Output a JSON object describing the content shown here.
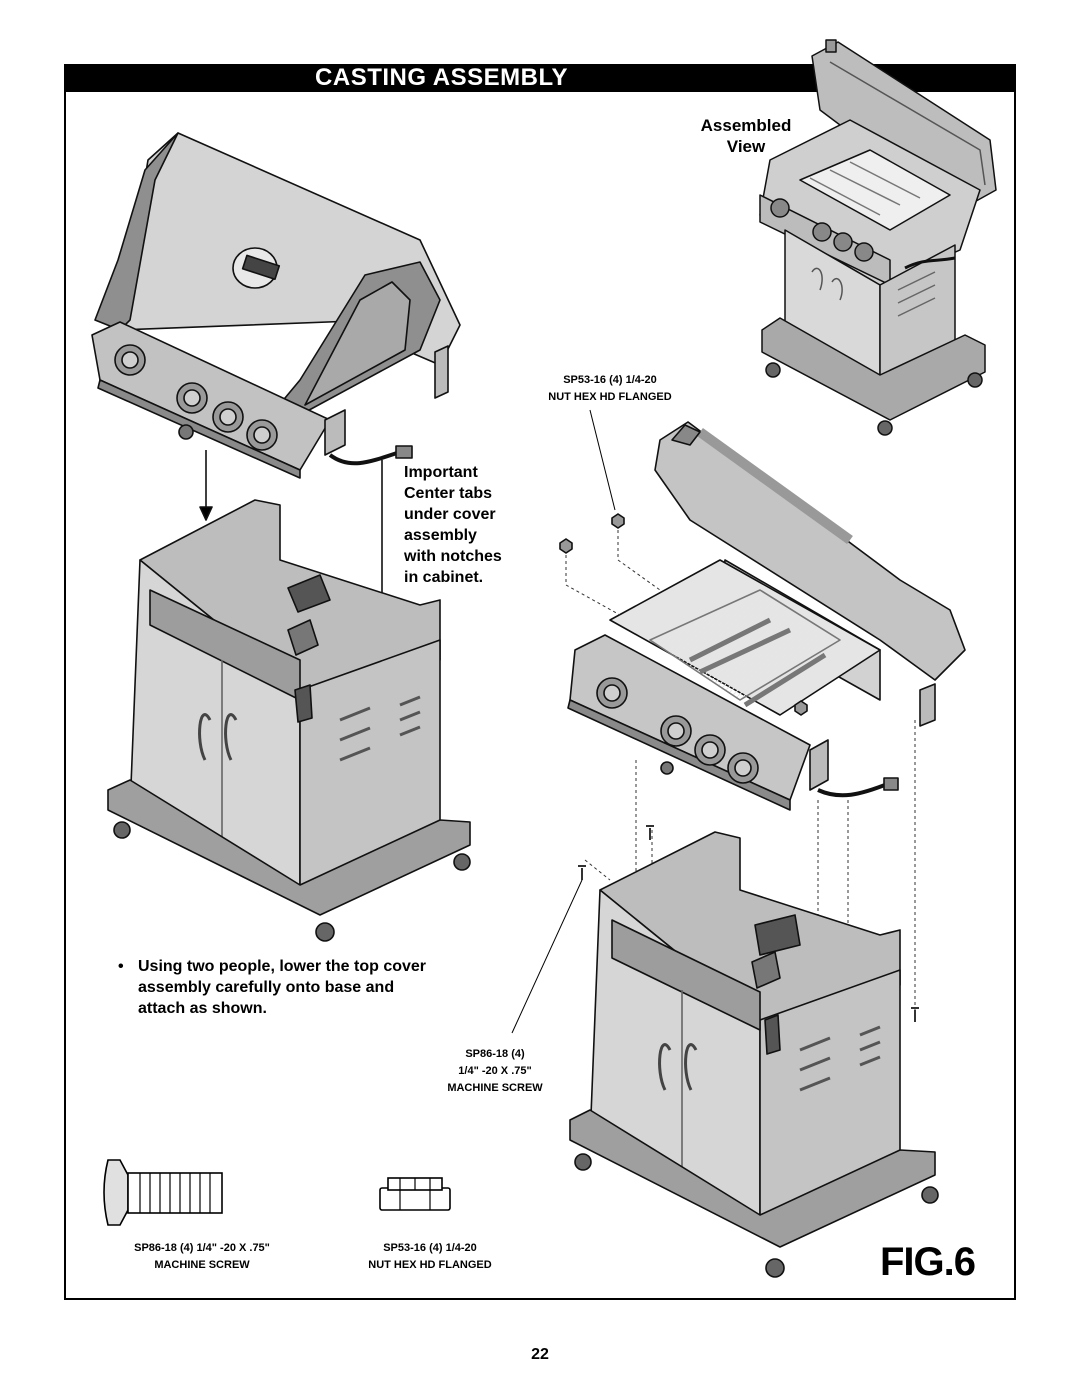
{
  "header": {
    "title": "CASTING ASSEMBLY"
  },
  "assembled_view": {
    "line1": "Assembled",
    "line2": "View"
  },
  "important_note": {
    "lines": [
      "Important",
      "Center tabs",
      "under cover",
      "assembly",
      "with notches",
      "in cabinet."
    ]
  },
  "instruction": {
    "bullet": "•",
    "lines": [
      "Using two people, lower the top cover",
      "assembly carefully onto base and",
      "attach as shown."
    ]
  },
  "callouts": {
    "nut": {
      "line1": "SP53-16  (4)  1/4-20",
      "line2": "NUT HEX HD FLANGED"
    },
    "screw": {
      "line1": "SP86-18  (4)",
      "line2": "1/4\"  -20 X .75\"",
      "line3": "MACHINE SCREW"
    }
  },
  "captions": {
    "screw": {
      "line1": "SP86-18  (4) 1/4\"  -20 X .75\"",
      "line2": "MACHINE SCREW"
    },
    "nut": {
      "line1": "SP53-16  (4)  1/4-20",
      "line2": "NUT HEX HD FLANGED"
    }
  },
  "figure_label": "FIG.6",
  "page_number": "22",
  "colors": {
    "banner": "#000000",
    "banner_text": "#ffffff",
    "light_gray": "#d9d9d9",
    "mid_gray": "#9a9a9a",
    "dark_gray": "#6e6e6e"
  }
}
